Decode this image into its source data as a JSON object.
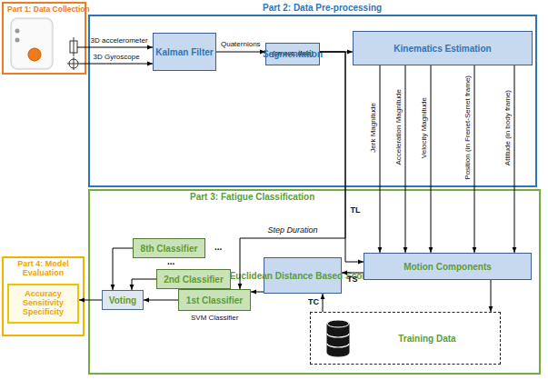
{
  "diagram": {
    "nodes": [
      {
        "text": [
          "Part 1: Data Collection"
        ]
      },
      {
        "text": [
          "Part 2: Data Pre-processing"
        ]
      },
      {
        "text": [
          "Kalman Filter"
        ],
        "in": 1
      },
      {
        "text": [
          "Segmentation",
          "(on acc. data)"
        ],
        "in": 1
      },
      {
        "text": [
          "Kinematics Estimation"
        ],
        "in": 1
      },
      {
        "text": [
          "Part 3: Fatigue Classification"
        ]
      },
      {
        "text": [
          "8th Classifier"
        ],
        "in": 5
      },
      {
        "text": [
          "2nd Classifier"
        ],
        "in": 5
      },
      {
        "text": [
          "1st Classifier"
        ],
        "in": 5
      },
      {
        "text": [
          "Voting"
        ],
        "in": 5
      },
      {
        "text": [
          "Euclidean Distance Based Scores"
        ],
        "in": 5
      },
      {
        "text": [
          "Motion Components"
        ],
        "in": 5
      },
      {
        "text": [
          "Training Data"
        ],
        "in": 5
      },
      {
        "text": [
          "Part 4: Model Evaluation"
        ]
      },
      {
        "text": [
          "Accuracy Sensitivity Specificity"
        ],
        "in": 13
      }
    ],
    "edges": [
      {
        "from": 0,
        "to": 2,
        "arrow": "to",
        "label": "3D accelerometer"
      },
      {
        "from": 0,
        "to": 2,
        "arrow": "to",
        "label": "3D Gyroscope"
      },
      {
        "from": 2,
        "to": 3,
        "arrow": "to",
        "label": "Quaternions"
      },
      {
        "from": 3,
        "to": 4,
        "arrow": "to"
      },
      {
        "from": 4,
        "to": 11,
        "arrow": "to",
        "label": "Jerk Magnitude"
      },
      {
        "from": 4,
        "to": 11,
        "arrow": "to",
        "label": "Acceleration Magnitude"
      },
      {
        "from": 4,
        "to": 11,
        "arrow": "to",
        "label": "Velocity Magnitude"
      },
      {
        "from": 4,
        "to": 11,
        "arrow": "to",
        "label": "Position (in Frenet-Serret frame)"
      },
      {
        "from": 4,
        "to": 11,
        "arrow": "to",
        "label": "Attitude (in body frame)"
      },
      {
        "from": 3,
        "to": 11,
        "arrow": "to",
        "label": "TL"
      },
      {
        "from": 3,
        "to": 8,
        "arrow": "to",
        "label": "Step Duration"
      },
      {
        "from": 11,
        "to": 10,
        "arrow": "to",
        "label": "TS"
      },
      {
        "from": 12,
        "to": 10,
        "arrow": "to",
        "label": "TC"
      },
      {
        "from": 11,
        "to": 12,
        "arrow": "to"
      },
      {
        "from": 10,
        "to": 8,
        "arrow": "to"
      },
      {
        "from": 8,
        "to": 9,
        "arrow": "to"
      },
      {
        "from": 7,
        "to": 9,
        "arrow": "to"
      },
      {
        "from": 6,
        "to": 9,
        "arrow": "to"
      },
      {
        "from": 9,
        "to": 14,
        "arrow": "to"
      }
    ],
    "labels": [
      "...",
      "...",
      "SVM Classifier"
    ]
  }
}
